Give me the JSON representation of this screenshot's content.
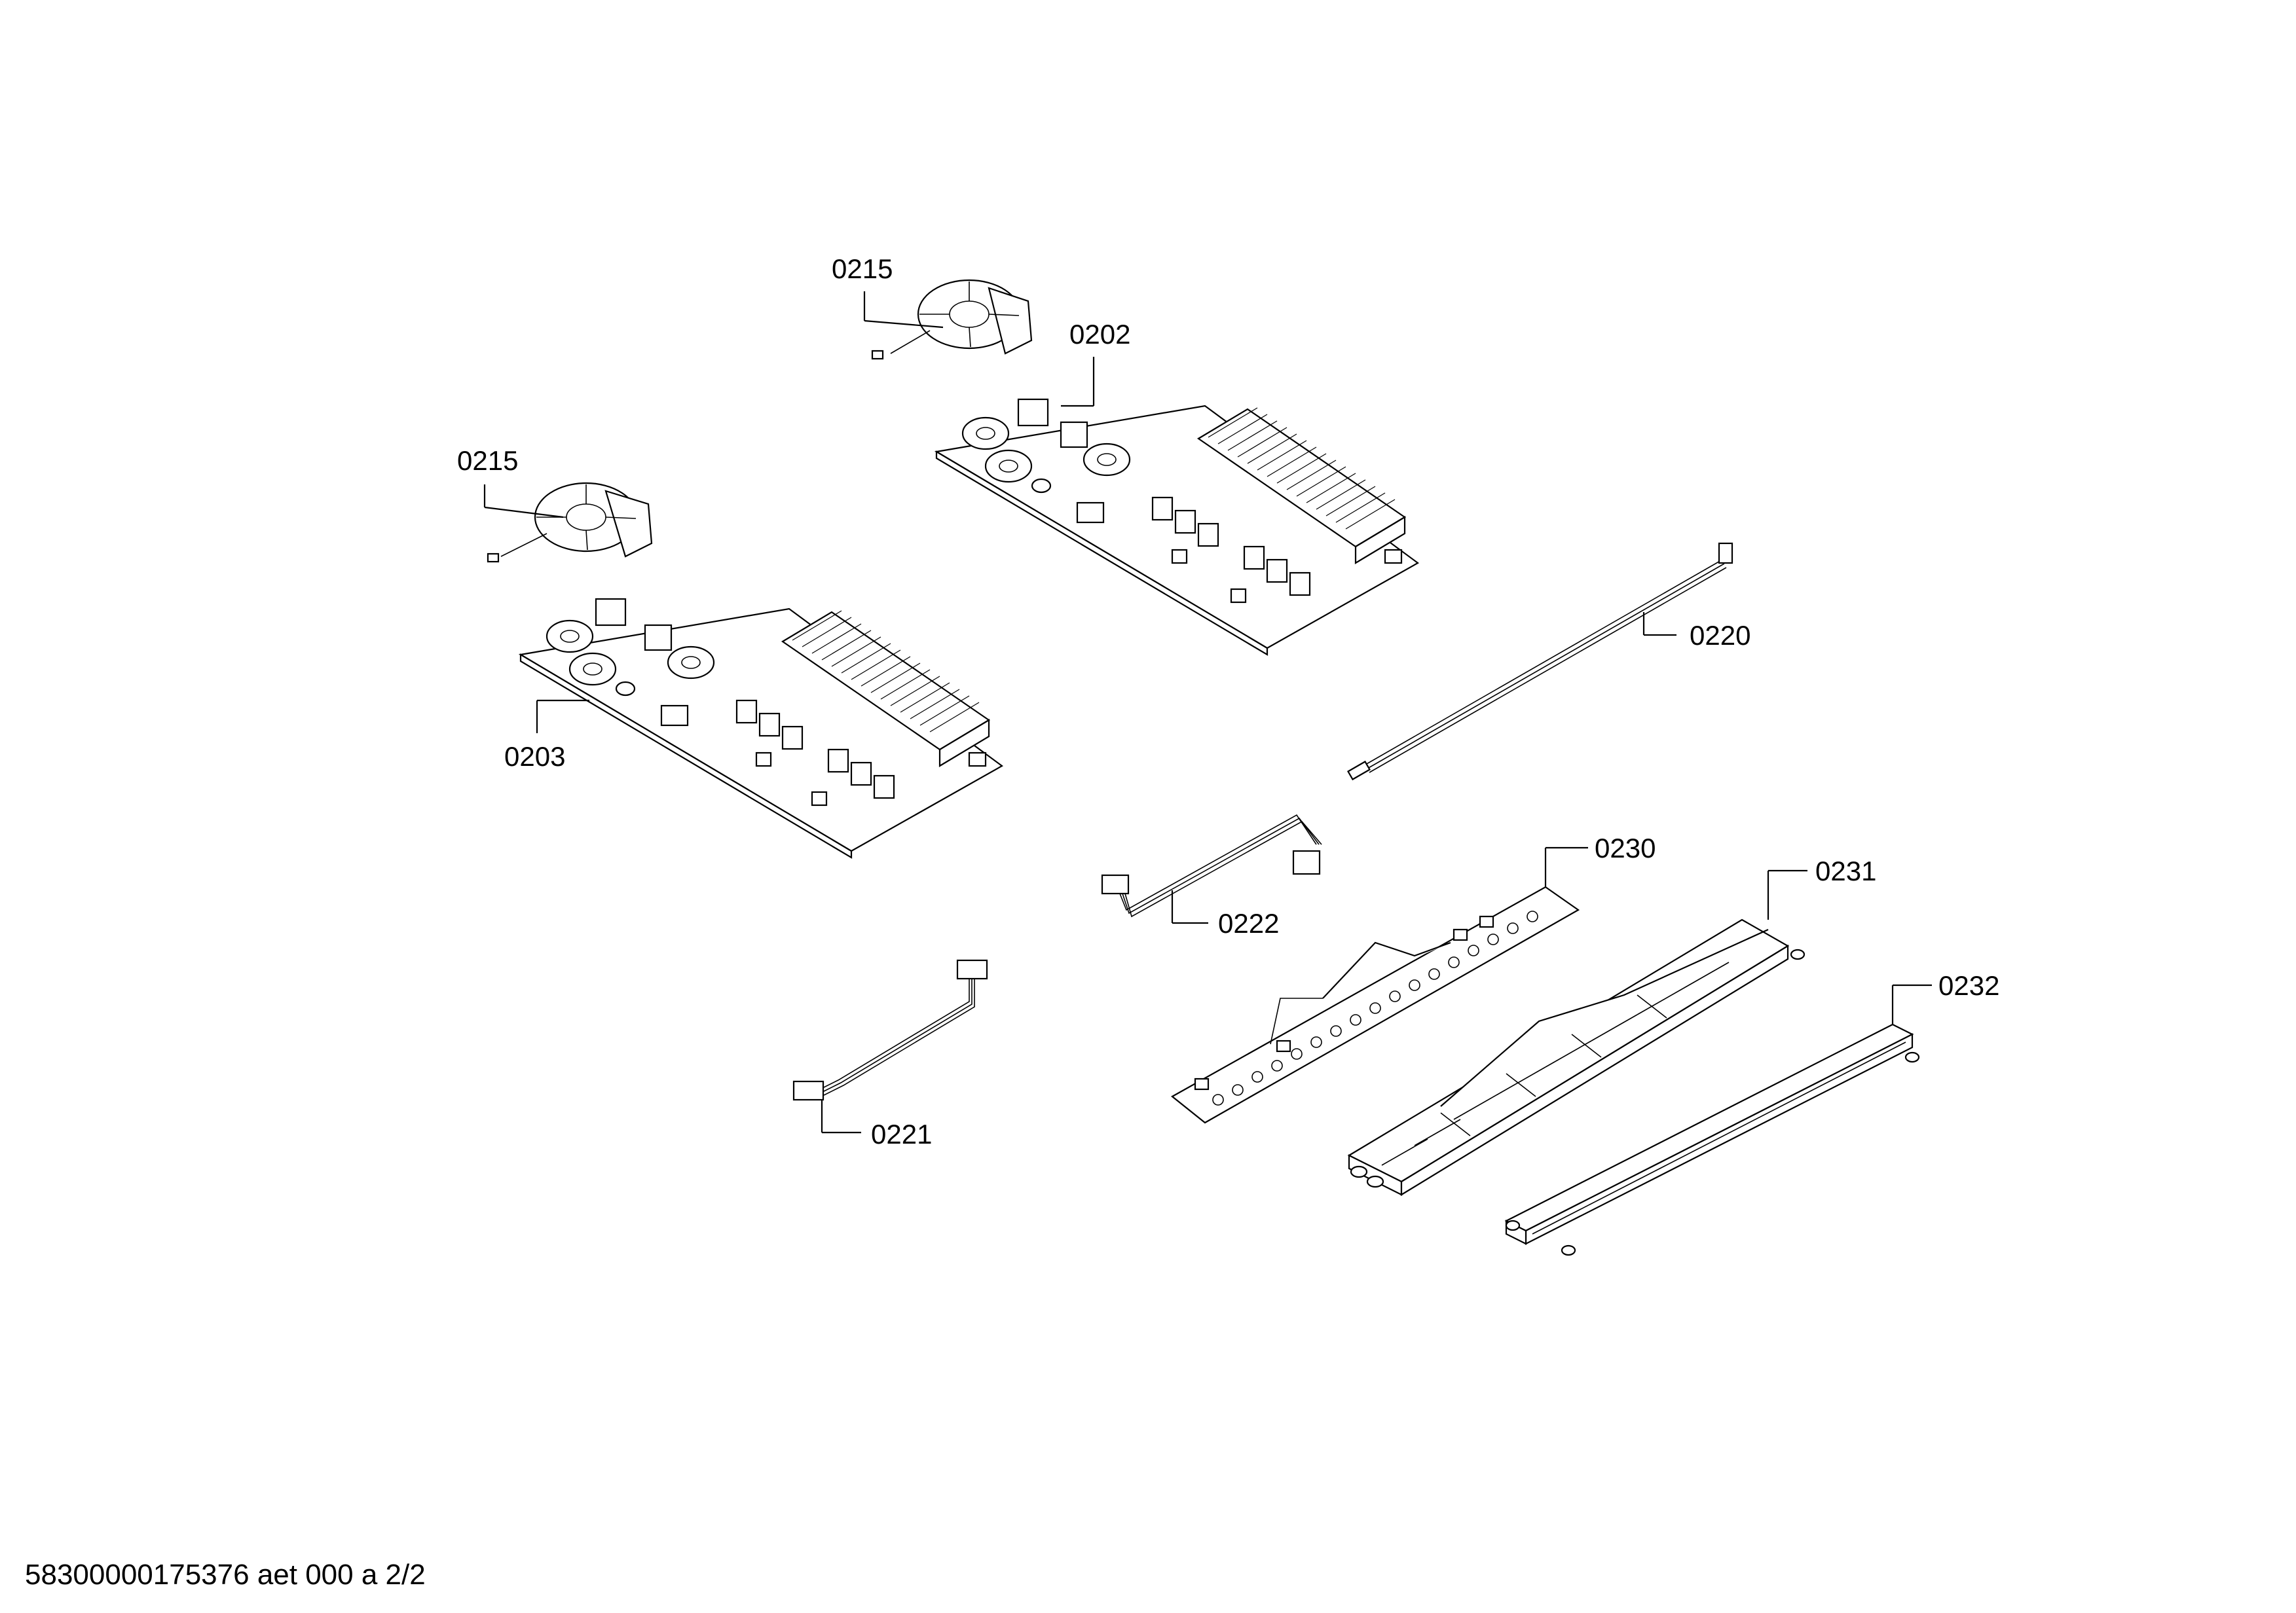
{
  "footer": {
    "document_id": "58300000175376 aet 000 a 2/2"
  },
  "parts": [
    {
      "id": "fan-upper",
      "label": "0215"
    },
    {
      "id": "fan-lower",
      "label": "0215"
    },
    {
      "id": "board-upper",
      "label": "0202"
    },
    {
      "id": "board-lower",
      "label": "0203"
    },
    {
      "id": "cable-long",
      "label": "0220"
    },
    {
      "id": "cable-small-lower",
      "label": "0221"
    },
    {
      "id": "cable-small-upper",
      "label": "0222"
    },
    {
      "id": "control-board",
      "label": "0230"
    },
    {
      "id": "board-bracket",
      "label": "0231"
    },
    {
      "id": "profile-strip",
      "label": "0232"
    }
  ]
}
